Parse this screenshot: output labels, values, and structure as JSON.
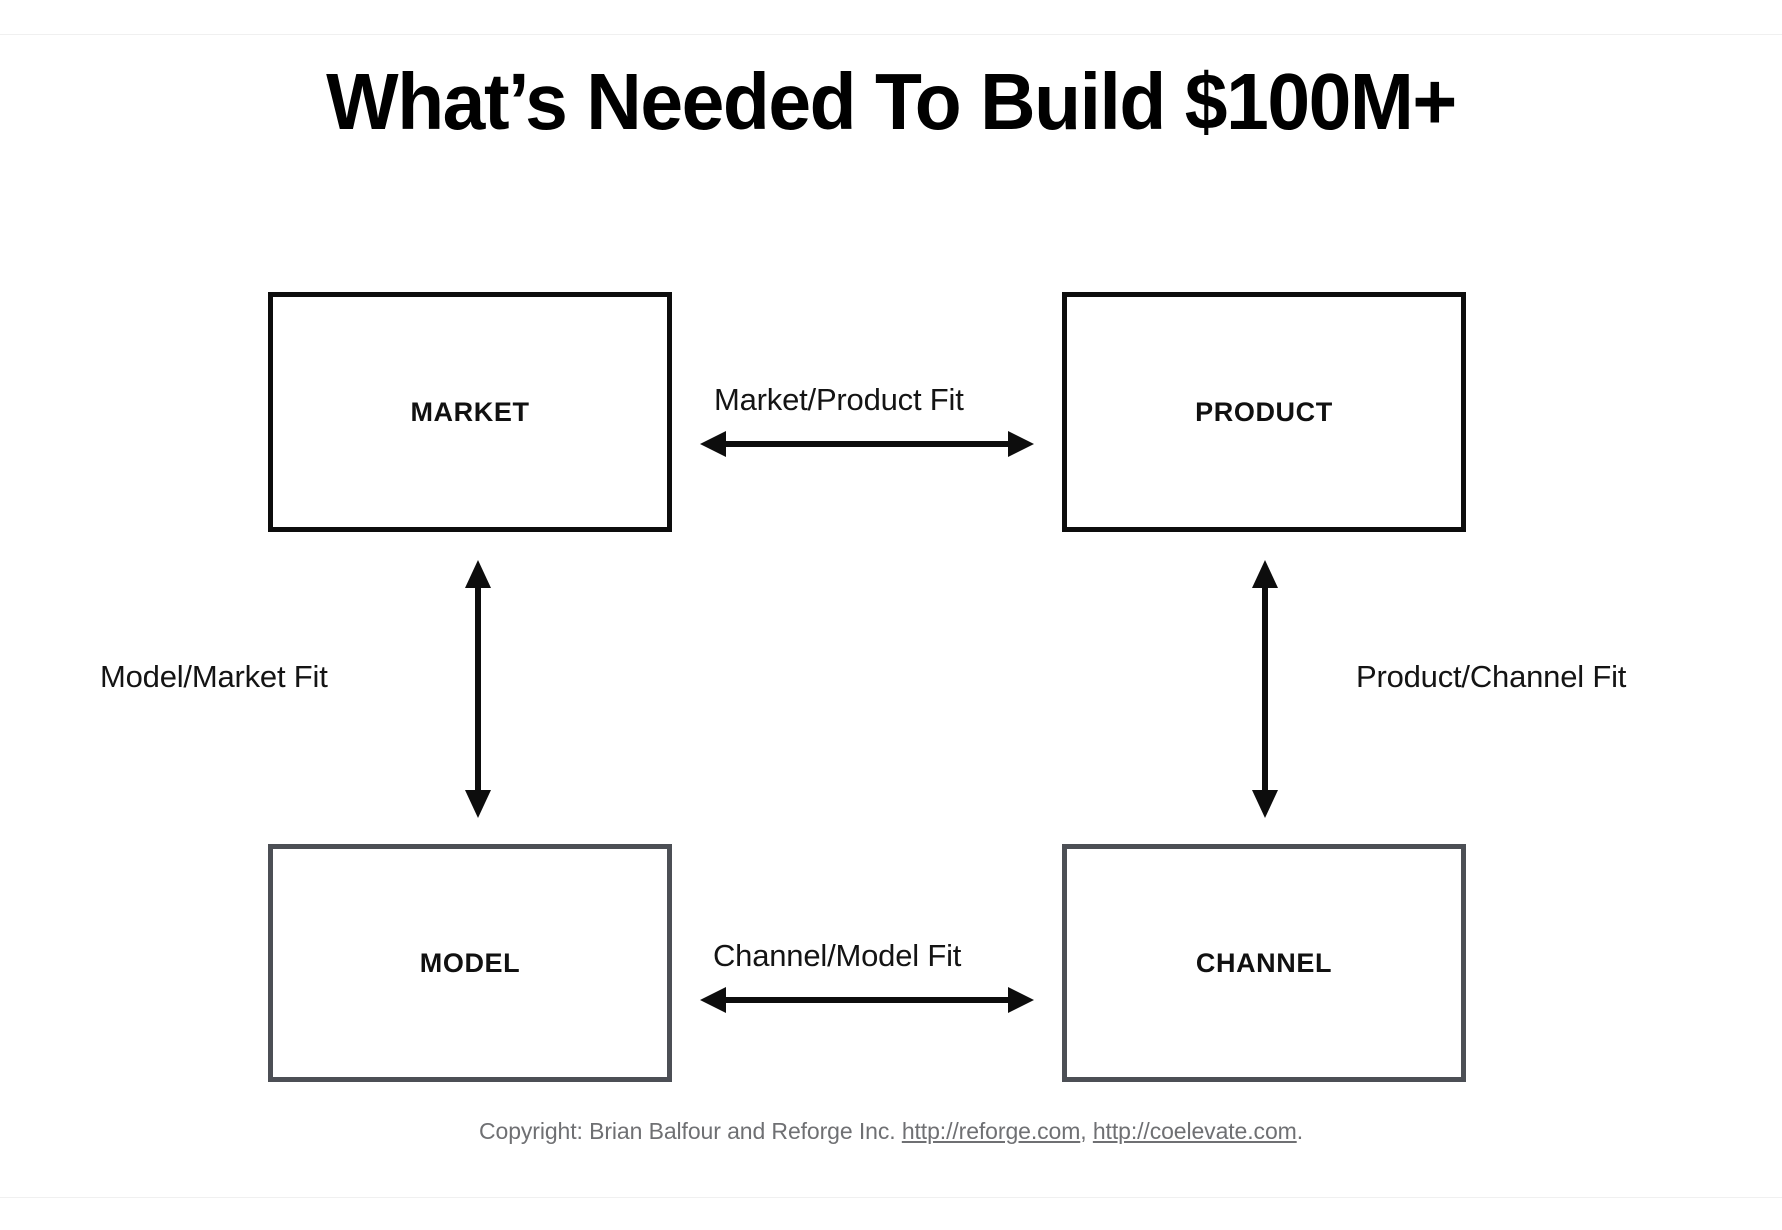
{
  "slide": {
    "title": "What’s Needed To Build $100M+",
    "background_color": "#ffffff"
  },
  "nodes": [
    {
      "id": "market",
      "label": "MARKET",
      "border_color": "#0d0d0d"
    },
    {
      "id": "product",
      "label": "PRODUCT",
      "border_color": "#0d0d0d"
    },
    {
      "id": "model",
      "label": "MODEL",
      "border_color": "#4c4f55"
    },
    {
      "id": "channel",
      "label": "CHANNEL",
      "border_color": "#4c4f55"
    }
  ],
  "edges": [
    {
      "id": "market-product",
      "label": "Market/Product Fit",
      "from": "MARKET",
      "to": "PRODUCT",
      "direction": "both",
      "orientation": "horizontal"
    },
    {
      "id": "channel-model",
      "label": "Channel/Model Fit",
      "from": "MODEL",
      "to": "CHANNEL",
      "direction": "both",
      "orientation": "horizontal"
    },
    {
      "id": "model-market",
      "label": "Model/Market Fit",
      "from": "MODEL",
      "to": "MARKET",
      "direction": "both",
      "orientation": "vertical"
    },
    {
      "id": "product-channel",
      "label": "Product/Channel Fit",
      "from": "PRODUCT",
      "to": "CHANNEL",
      "direction": "both",
      "orientation": "vertical"
    }
  ],
  "footer": {
    "prefix": "Copyright:  Brian Balfour and Reforge Inc. ",
    "link1": "http://reforge.com",
    "separator": ", ",
    "link2": "http://coelevate.com",
    "suffix": ".",
    "text_color": "#6f7073"
  }
}
